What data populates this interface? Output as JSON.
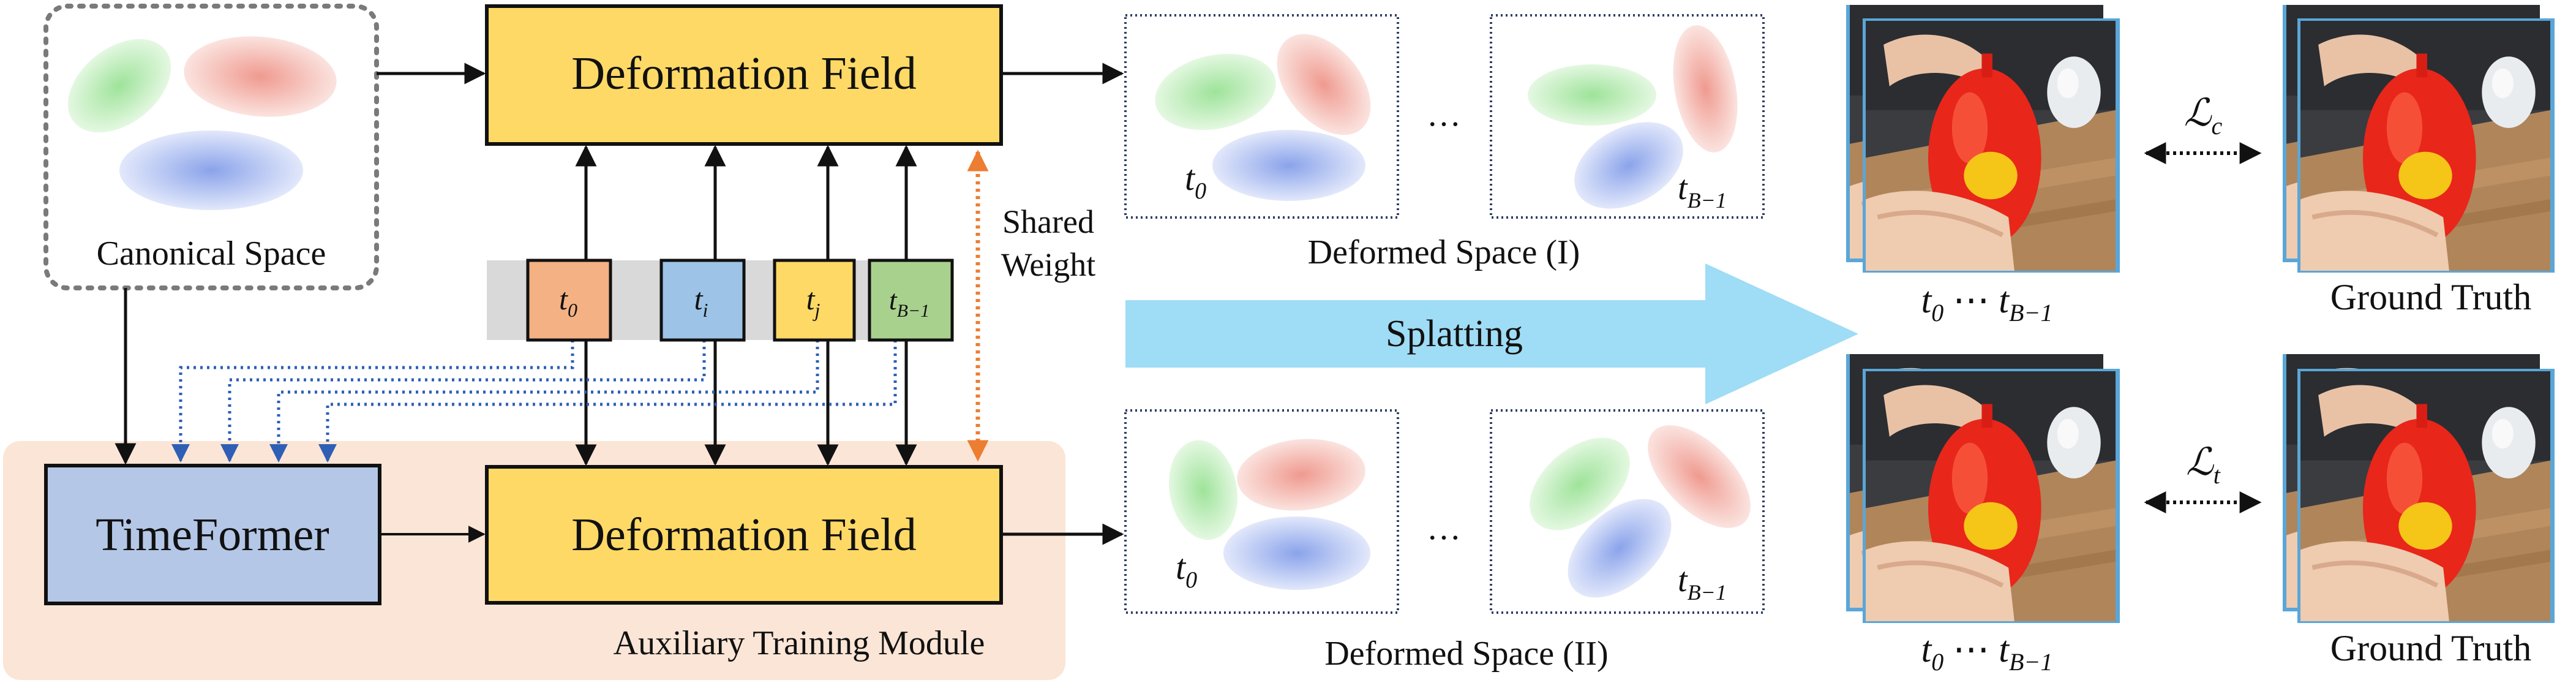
{
  "canonical": {
    "label": "Canonical Space"
  },
  "deformation_top": {
    "label": "Deformation Field"
  },
  "deformation_bottom": {
    "label": "Deformation Field"
  },
  "timeformer": {
    "label": "TimeFormer"
  },
  "aux_module": {
    "label": "Auxiliary Training Module"
  },
  "shared_weight": {
    "line1": "Shared",
    "line2": "Weight"
  },
  "time_tokens": {
    "t0": {
      "base": "t",
      "sub": "0"
    },
    "ti": {
      "base": "t",
      "sub": "i"
    },
    "tj": {
      "base": "t",
      "sub": "j"
    },
    "tb": {
      "base": "t",
      "sub": "B−1"
    }
  },
  "deformed_top": {
    "caption": "Deformed Space (I)",
    "t0_base": "t",
    "t0_sub": "0",
    "tb_base": "t",
    "tb_sub": "B−1",
    "ellipsis": "…"
  },
  "deformed_bottom": {
    "caption": "Deformed Space (II)",
    "t0_base": "t",
    "t0_sub": "0",
    "tb_base": "t",
    "tb_sub": "B−1",
    "ellipsis": "…"
  },
  "splatting": {
    "label": "Splatting"
  },
  "renders_top": {
    "caption_a": "t",
    "caption_a_sub": "0",
    "caption_mid": " ⋯ ",
    "caption_b": "t",
    "caption_b_sub": "B−1"
  },
  "renders_bottom": {
    "caption_a": "t",
    "caption_a_sub": "0",
    "caption_mid": " ⋯ ",
    "caption_b": "t",
    "caption_b_sub": "B−1"
  },
  "ground_truth_top": {
    "caption": "Ground Truth"
  },
  "ground_truth_bottom": {
    "caption": "Ground Truth"
  },
  "loss_c": {
    "base": "ℒ",
    "sub": "c"
  },
  "loss_t": {
    "base": "ℒ",
    "sub": "t"
  },
  "colors": {
    "deformation_fill": "#ffd966",
    "timeformer_fill": "#b4c7e7",
    "aux_bg": "#fbe5d6",
    "t0_fill": "#f4b183",
    "ti_fill": "#9dc3e6",
    "tj_fill": "#ffd966",
    "tb_fill": "#a9d18e",
    "splat_arrow": "#9fdcf5",
    "shared_weight_arrow": "#ed7d31",
    "dotted_blue": "#2e5fb5"
  }
}
